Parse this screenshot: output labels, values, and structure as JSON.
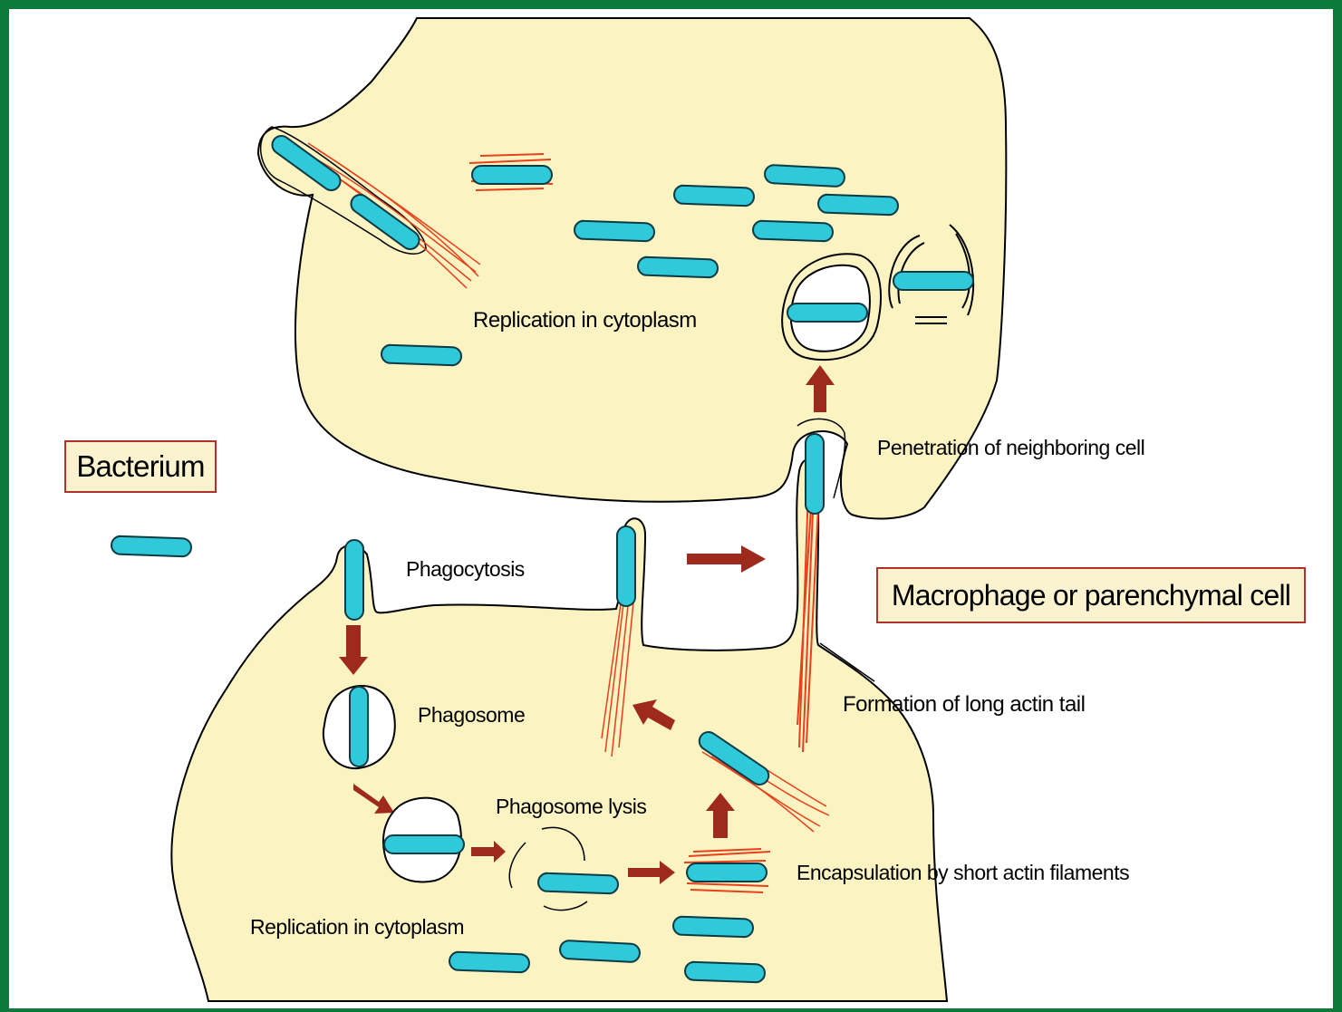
{
  "colors": {
    "frame": "#0b7a3a",
    "cell_fill": "#fbf3c2",
    "bacterium_fill": "#2fc9d9",
    "actin": "#e8401c",
    "arrow": "#9e2a1e",
    "box_border": "#b0302a"
  },
  "legend": {
    "bacterium_label": "Bacterium",
    "cell_label": "Macrophage or parenchymal cell"
  },
  "labels": {
    "upper_replication": "Replication in cytoplasm",
    "phagocytosis": "Phagocytosis",
    "phagosome": "Phagosome",
    "phagosome_lysis": "Phagosome lysis",
    "lower_replication": "Replication in cytoplasm",
    "encapsulation": "Encapsulation by short actin filaments",
    "actin_tail": "Formation of long actin tail",
    "penetration": "Penetration of neighboring cell"
  }
}
